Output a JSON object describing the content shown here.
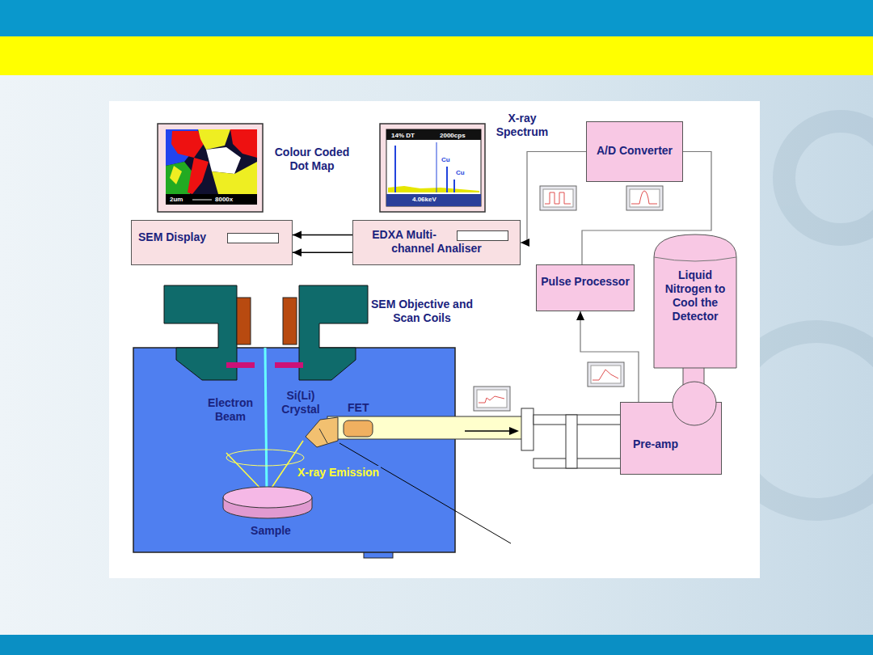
{
  "diagram": {
    "nodes": [
      {
        "text": [
          "A/D Converter"
        ]
      },
      {
        "text": [
          "SEM Display"
        ]
      },
      {
        "text": [
          "EDXA Multi-channel Analiser"
        ]
      },
      {
        "text": [
          "Pulse Processor"
        ]
      },
      {
        "text": [
          "Liquid Nitrogen to Cool the Detector"
        ]
      },
      {
        "text": [
          "Pre-amp"
        ]
      }
    ],
    "edges": [
      {
        "from": 2,
        "to": 1,
        "arrow": "to"
      },
      {
        "from": 2,
        "to": 1,
        "arrow": "to"
      },
      {
        "from": 0,
        "to": 2,
        "arrow": "to"
      },
      {
        "from": 3,
        "to": 0,
        "arrow": "none"
      },
      {
        "from": 5,
        "to": 3,
        "arrow": "to"
      }
    ],
    "labels": [
      "Colour Coded Dot Map",
      "X-ray Spectrum",
      "14% DT",
      "2000cps",
      "Cu",
      "Cu",
      "4.06keV",
      "2um",
      "8000x",
      "SEM Objective and Scan Coils",
      "Electron Beam",
      "Si(Li) Crystal",
      "FET",
      "X-ray Emission",
      "Sample"
    ]
  }
}
